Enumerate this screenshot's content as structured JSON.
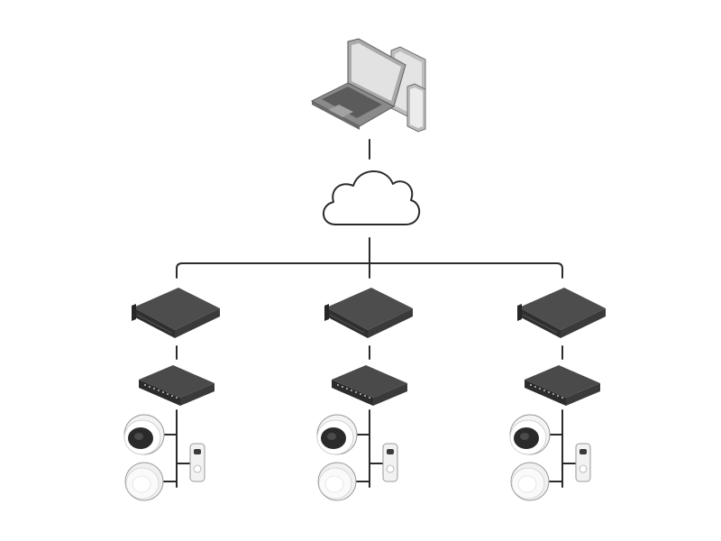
{
  "diagram": {
    "type": "network-topology",
    "nodes": [
      {
        "id": "client-devices",
        "icon": "laptop-tablet-phone-icon"
      },
      {
        "id": "cloud",
        "icon": "cloud-icon"
      },
      {
        "id": "site-1",
        "icons": [
          "nvr-recorder-icon",
          "poe-switch-icon",
          "dome-camera-icon",
          "ceiling-sensor-icon",
          "doorbell-icon"
        ]
      },
      {
        "id": "site-2",
        "icons": [
          "nvr-recorder-icon",
          "poe-switch-icon",
          "dome-camera-icon",
          "ceiling-sensor-icon",
          "doorbell-icon"
        ]
      },
      {
        "id": "site-3",
        "icons": [
          "nvr-recorder-icon",
          "poe-switch-icon",
          "dome-camera-icon",
          "ceiling-sensor-icon",
          "doorbell-icon"
        ]
      }
    ],
    "edges": [
      [
        "client-devices",
        "cloud"
      ],
      [
        "cloud",
        "site-1"
      ],
      [
        "cloud",
        "site-2"
      ],
      [
        "cloud",
        "site-3"
      ]
    ],
    "colors": {
      "line": "#2b2b2b",
      "device_dark": "#4a4a4a",
      "device_dark_side": "#2e2e2e",
      "device_light": "#f2f2f2",
      "device_outline": "#8c8c8c"
    }
  }
}
